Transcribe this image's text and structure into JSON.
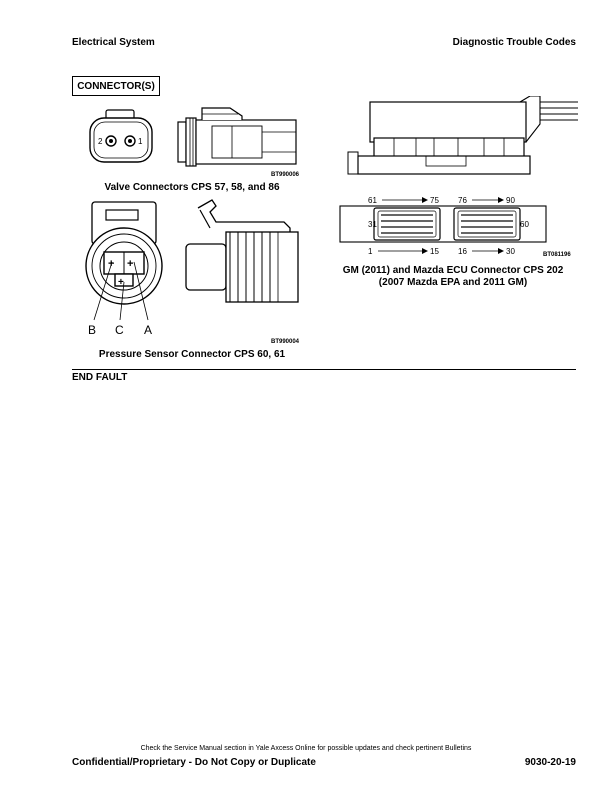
{
  "header": {
    "left": "Electrical System",
    "right": "Diagnostic Trouble Codes"
  },
  "section_label": "CONNECTOR(S)",
  "figures": {
    "valve": {
      "pin_left": "2",
      "pin_right": "1",
      "code": "BT990006",
      "caption": "Valve Connectors CPS 57, 58, and 86"
    },
    "pressure": {
      "pin_b": "B",
      "pin_c": "C",
      "pin_a": "A",
      "code": "BT990004",
      "caption": "Pressure Sensor Connector CPS 60, 61"
    },
    "ecu": {
      "label_61": "61",
      "label_75": "75",
      "label_76": "76",
      "label_90": "90",
      "label_31": "31",
      "label_60": "60",
      "label_1": "1",
      "label_15": "15",
      "label_16": "16",
      "label_30": "30",
      "code": "BT081196",
      "caption_line1": "GM (2011) and Mazda ECU Connector CPS 202",
      "caption_line2": "(2007 Mazda EPA and 2011 GM)"
    }
  },
  "end_fault": "END FAULT",
  "footer": {
    "note": "Check the Service Manual section in Yale Axcess Online for possible updates and check pertinent Bulletins",
    "left": "Confidential/Proprietary - Do Not Copy or Duplicate",
    "right": "9030-20-19"
  }
}
